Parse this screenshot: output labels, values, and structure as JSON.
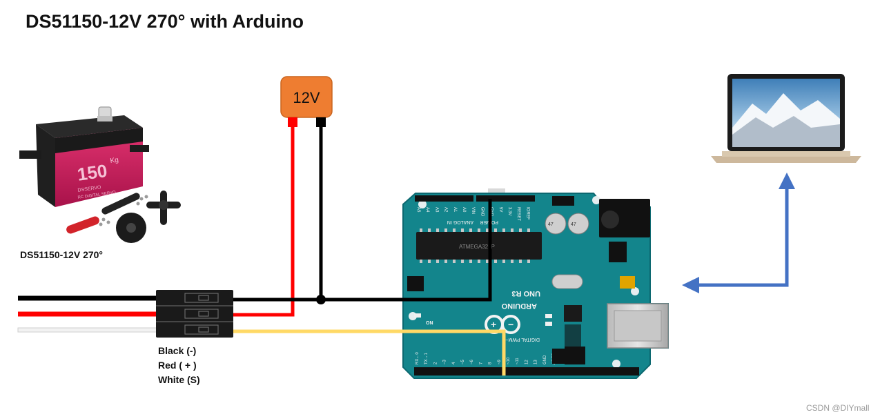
{
  "title": "DS51150-12V 270° with Arduino",
  "servo": {
    "label": "DS51150-12V 270°",
    "case_text": "150",
    "case_unit": "Kg",
    "case_brand": "DSSERVO",
    "case_sub": "RC DIGITAL SERVO"
  },
  "power_supply": {
    "label": "12V",
    "color": "#ee7d31"
  },
  "connector": {
    "legend": [
      "Black (-)",
      "Red ( + )",
      "White (S)"
    ]
  },
  "wire_colors": {
    "ground": "#000000",
    "power": "#ff0000",
    "signal": "#ffd966",
    "servo_signal": "#f2f2f2"
  },
  "arduino": {
    "board_color": "#13858c",
    "model_text": "UNO R3",
    "brand_text": "ARDUINO",
    "analog_header": "ANALOG IN",
    "power_header": "POWER",
    "digital_header": "DIGITAL PWM~",
    "on_label": "ON",
    "chip_text": "ATMEGA328P",
    "top_pins": [
      "A5",
      "A4",
      "A3",
      "A2",
      "A1",
      "A0",
      "VIN",
      "GND",
      "GND",
      "5V",
      "3.3V",
      "RESET",
      "IOREF"
    ],
    "bottom_pins": [
      "RX←0",
      "TX→1",
      "2",
      "~3",
      "4",
      "~5",
      "~6",
      "7",
      "8",
      "~9",
      "~10",
      "~11",
      "12",
      "13",
      "GND",
      "AREF"
    ]
  },
  "arrow_color": "#4472c4",
  "watermark": "CSDN @DIYmall"
}
